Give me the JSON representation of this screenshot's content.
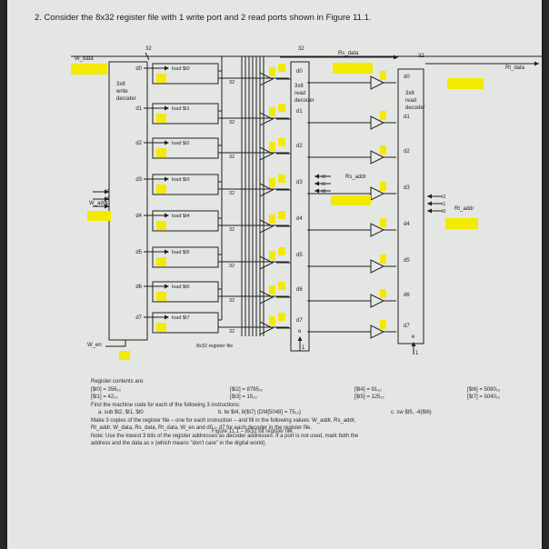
{
  "title": "2. Consider the 8x32 register file with 1 write port and 2 read ports shown in Figure 11.1.",
  "figure": {
    "w_data": "W_data",
    "w_addr": "W_addr",
    "w_en": "W_en",
    "rs_data": "Rs_data",
    "rt_data": "Rt_data",
    "rs_addr": "Rs_addr",
    "rt_addr": "Rt_addr",
    "bus_width": "32",
    "write_decoder": [
      "3x8",
      "write",
      "decoder"
    ],
    "read_decoder": [
      "3x8",
      "read",
      "decoder"
    ],
    "addr_bits": [
      "i2",
      "i1",
      "i0"
    ],
    "decoder_outputs": [
      "d0",
      "d1",
      "d2",
      "d3",
      "d4",
      "d5",
      "d6",
      "d7"
    ],
    "loads": [
      "load $t0",
      "load $t1",
      "load $t2",
      "load $t3",
      "load $t4",
      "load $t5",
      "load $t6",
      "load $t7"
    ],
    "enable": "e",
    "enable_value": "1",
    "file_label": "8x32 register file",
    "caption": "Figure 11.1 – 8x32 bit register file."
  },
  "registers": {
    "heading": "Register contents are:",
    "t0": "[$t0] = 356₁₀",
    "t1": "[$t1] = 42₁₀",
    "t2": "[$t2] = 8795₁₀",
    "t3": "[$t3] = 15₁₀",
    "t4": "[$t4] = 91₁₀",
    "t5": "[$t5] = 125₁₀",
    "t6": "[$t6] = 5080₁₀",
    "t7": "[$t7] = 5040₁₀"
  },
  "instructions": {
    "prompt": "Find the machine code for each of the following 3 instructions:",
    "a": "a. sub $t2, $t1, $t0",
    "b": "b. lw $t4, 8($t7)  (DM[5048] = 75₁₀)",
    "c": "c. sw $t5, -4($t6)"
  },
  "make_copies": "Make 3 copies of the register file – one for each instruction – and fill in the following values: W_addr, Rs_addr,",
  "make_copies_2": "Rt_addr, W_data, Rs_data, Rt_data, W_en and d0 – d7 for each decoder in the register file.",
  "note": "Note: Use the lowest 3 bits of the register addresses as decoder addresses. If a port is not used, mark both the",
  "note_2": "address and the data as x (which means \"don't care\" in the digital world).",
  "colors": {
    "highlight": "#f2ea00",
    "line": "#1f1f1f",
    "paper": "#e4e6e3"
  }
}
